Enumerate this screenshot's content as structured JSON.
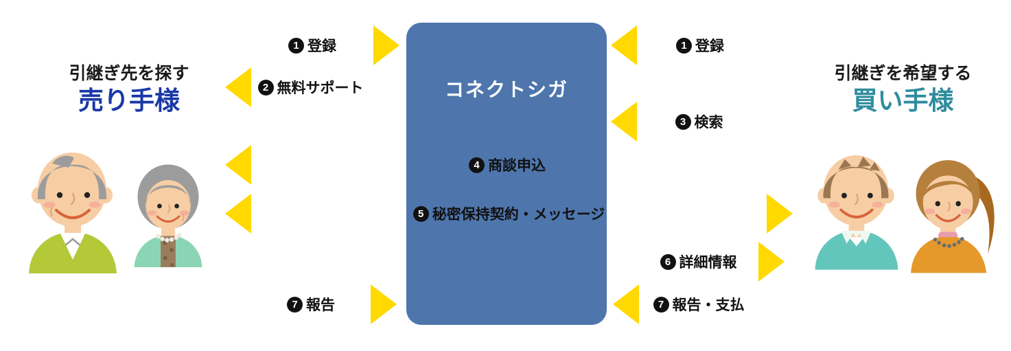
{
  "page": {
    "background": "#FFFFFF"
  },
  "diagram": {
    "center_box": {
      "title": "コネクトシガ",
      "color": "#4E76AD",
      "text_color": "#FFFFFF"
    },
    "seller": {
      "caption": "引継ぎ先を探す",
      "name": "売り手様",
      "name_color": "#1A38A8",
      "illustration": "elderly-couple-illustration"
    },
    "buyer": {
      "caption": "引継ぎを希望する",
      "name": "買い手様",
      "name_color": "#2F8C9E",
      "illustration": "young-couple-illustration"
    },
    "arrow_color": "#FFD900",
    "arrows": [
      {
        "num": "1",
        "label": "登録",
        "from": "seller",
        "to": "center",
        "direction": "right"
      },
      {
        "num": "1",
        "label": "登録",
        "from": "buyer",
        "to": "center",
        "direction": "left"
      },
      {
        "num": "2",
        "label": "無料サポート",
        "from": "center",
        "to": "seller",
        "direction": "left"
      },
      {
        "num": "3",
        "label": "検索",
        "from": "buyer",
        "to": "center",
        "direction": "left"
      },
      {
        "num": "4",
        "label": "商談申込",
        "from": "buyer",
        "to": "seller",
        "direction": "left"
      },
      {
        "num": "5",
        "label": "秘密保持契約・メッセージ",
        "from": "seller",
        "to": "buyer",
        "direction": "both"
      },
      {
        "num": "6",
        "label": "詳細情報",
        "from": "center",
        "to": "buyer",
        "direction": "right"
      },
      {
        "num": "7",
        "label": "報告",
        "from": "seller",
        "to": "center",
        "direction": "right"
      },
      {
        "num": "7",
        "label": "報告・支払",
        "from": "buyer",
        "to": "center",
        "direction": "left"
      }
    ]
  }
}
